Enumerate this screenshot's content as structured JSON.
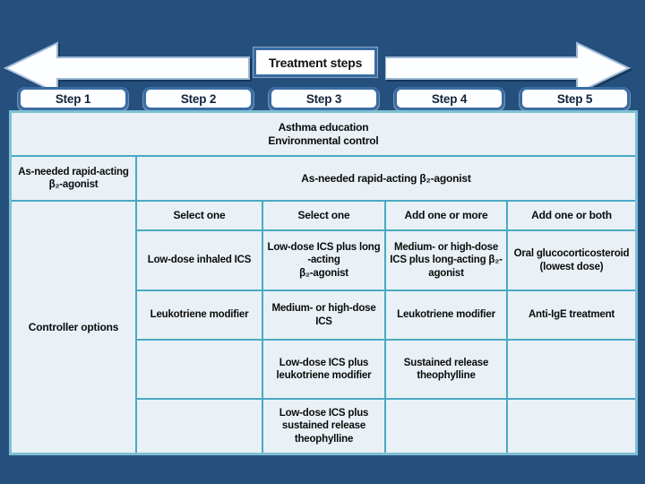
{
  "slide": {
    "title_box": "Treatment steps",
    "steps": [
      "Step 1",
      "Step 2",
      "Step 3",
      "Step 4",
      "Step 5"
    ],
    "icons": {
      "left_arrow": "arrow-left",
      "right_arrow": "arrow-right"
    },
    "colors": {
      "background": "#25507E",
      "cell_bg": "#E9F1F6",
      "grid_line": "#4AA9C4",
      "outer_border": "#7EBFD3",
      "box_border": "#3A6CA4",
      "box_fill": "#FFFFFF"
    }
  },
  "table": {
    "education_row": "Asthma education\nEnvironmental control",
    "reliever_left": "As-needed rapid-acting\nβ₂-agonist",
    "reliever_right": "As-needed rapid-acting β₂-agonist",
    "controller_label": "Controller options",
    "column_headers": [
      "Select one",
      "Select one",
      "Add one or more",
      "Add one or both"
    ],
    "rows": [
      [
        "Low-dose inhaled ICS",
        "Low-dose ICS plus long\n-acting\nβ₂-agonist",
        "Medium- or high-dose\nICS plus long-acting β₂-\nagonist",
        "Oral glucocorticosteroid\n(lowest dose)"
      ],
      [
        "Leukotriene modifier",
        "Medium- or high-dose\nICS",
        "Leukotriene modifier",
        "Anti-IgE treatment"
      ],
      [
        "",
        "Low-dose ICS plus\nleukotriene modifier",
        "Sustained release\ntheophylline",
        ""
      ],
      [
        "",
        "Low-dose ICS plus\nsustained release\ntheophylline",
        "",
        ""
      ]
    ]
  }
}
